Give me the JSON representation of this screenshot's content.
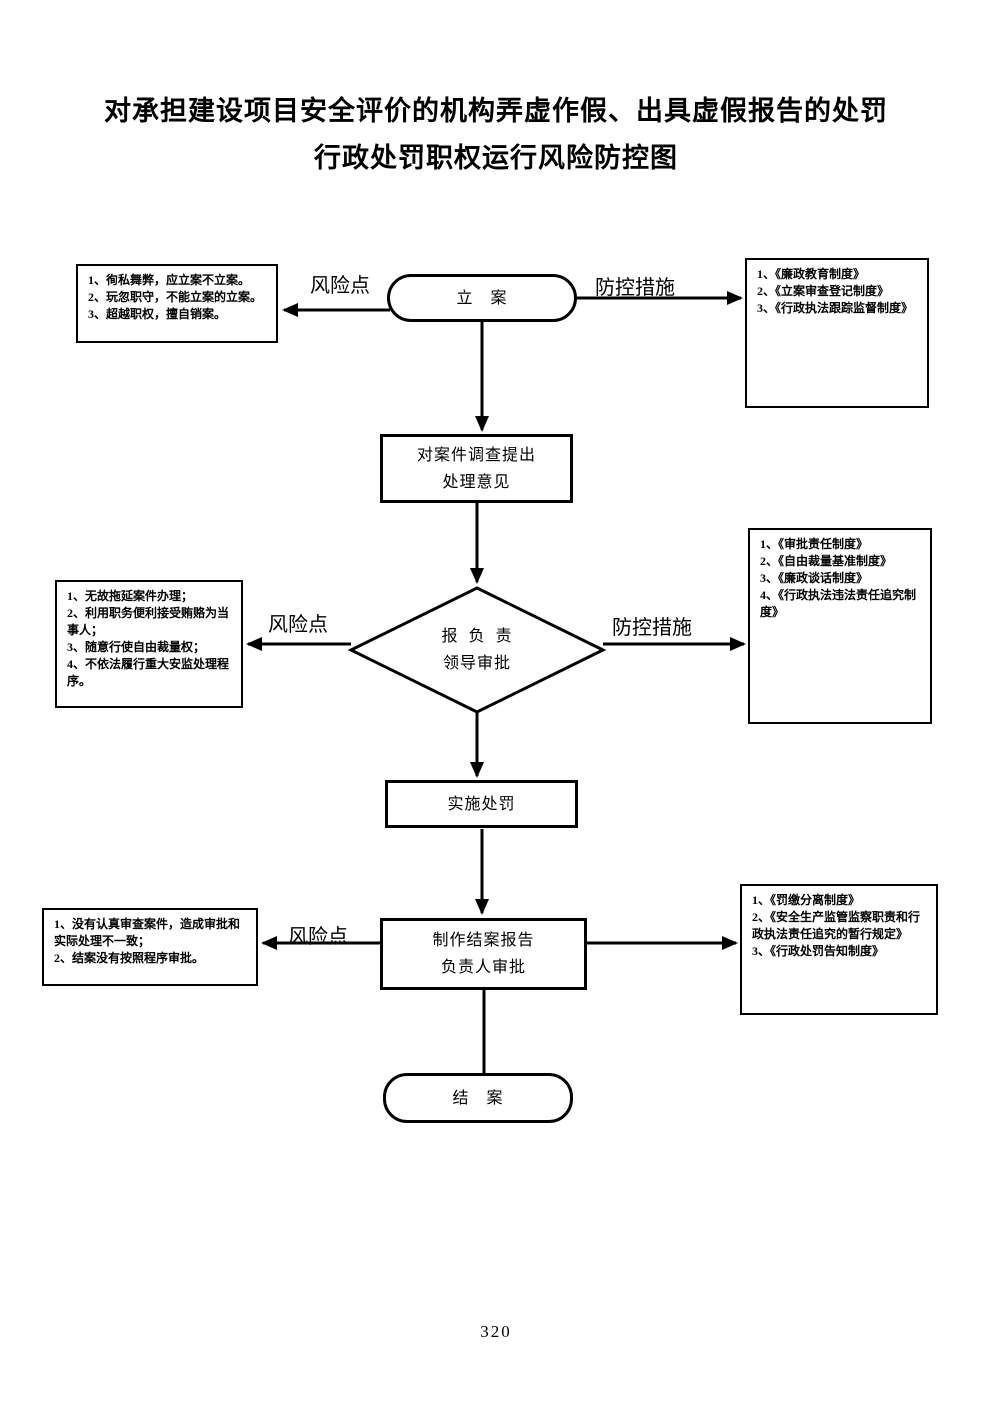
{
  "title": {
    "line1": "对承担建设项目安全评价的机构弄虚作假、出具虚假报告的处罚",
    "line2": "行政处罚职权运行风险防控图"
  },
  "page_number": "320",
  "labels": {
    "risk_point_top": "风险点",
    "control_measures_top": "防控措施",
    "risk_point_middle": "风险点",
    "control_measures_middle": "防控措施",
    "risk_point_bottom": "风险点"
  },
  "nodes": {
    "start": "立　案",
    "investigate_line1": "对案件调查提出",
    "investigate_line2": "处理意见",
    "decision_line1": "报  负  责",
    "decision_line2": "领导审批",
    "enforce": "实施处罚",
    "report_line1": "制作结案报告",
    "report_line2": "负责人审批",
    "end": "结　案"
  },
  "risk_boxes": {
    "top": [
      "1、徇私舞弊，应立案不立案。",
      "2、玩忽职守，不能立案的立案。",
      "3、超越职权，擅自销案。"
    ],
    "middle": [
      "1、无故拖延案件办理；",
      "2、利用职务便利接受贿赂为当事人；",
      "3、随意行使自由裁量权；",
      "4、不依法履行重大安监处理程序。"
    ],
    "bottom": [
      "1、没有认真审查案件，造成审批和实际处理不一致；",
      "2、结案没有按照程序审批。"
    ]
  },
  "control_boxes": {
    "top": [
      "1、《廉政教育制度》",
      "2、《立案审查登记制度》",
      "3、《行政执法跟踪监督制度》"
    ],
    "middle": [
      "1、《审批责任制度》",
      "2、《自由裁量基准制度》",
      "3、《廉政谈话制度》",
      "4、《行政执法违法责任追究制度》"
    ],
    "bottom": [
      "1、《罚缴分离制度》",
      "2、《安全生产监管监察职责和行政执法责任追究的暂行规定》",
      "3、《行政处罚告知制度》"
    ]
  }
}
